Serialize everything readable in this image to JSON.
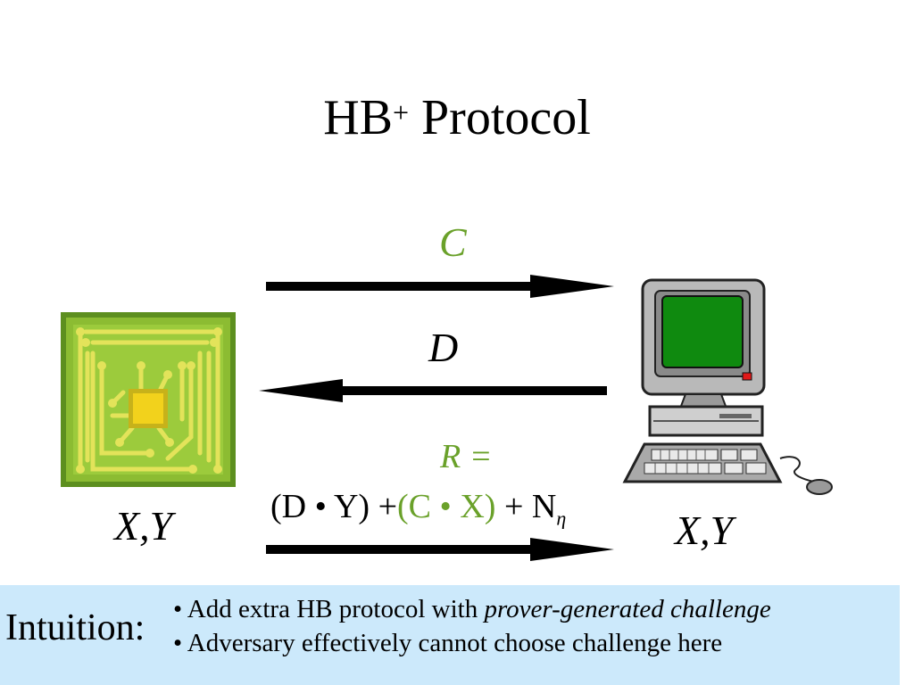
{
  "title": {
    "main": "HB",
    "sup": "+",
    "rest": "Protocol"
  },
  "arrows": {
    "c_label": "C",
    "d_label": "D"
  },
  "response": {
    "r_label": "R =",
    "part1": "(D • Y) +",
    "part2": "(C • X)",
    "part3": "+ N",
    "noise_sub": "η"
  },
  "tag": {
    "keys": "X,Y"
  },
  "reader": {
    "keys": "X,Y"
  },
  "bottom": {
    "heading": "Intuition:",
    "bullet1_plain": "• Add extra HB protocol with ",
    "bullet1_italic": "prover-generated challenge",
    "bullet2": "• Adversary effectively cannot choose challenge here"
  },
  "colors": {
    "accent_green": "#6aa12a",
    "box_bg": "#cce9fb"
  },
  "icons": [
    "rfid-chip-icon",
    "computer-icon",
    "arrow-right-icon",
    "arrow-left-icon"
  ]
}
